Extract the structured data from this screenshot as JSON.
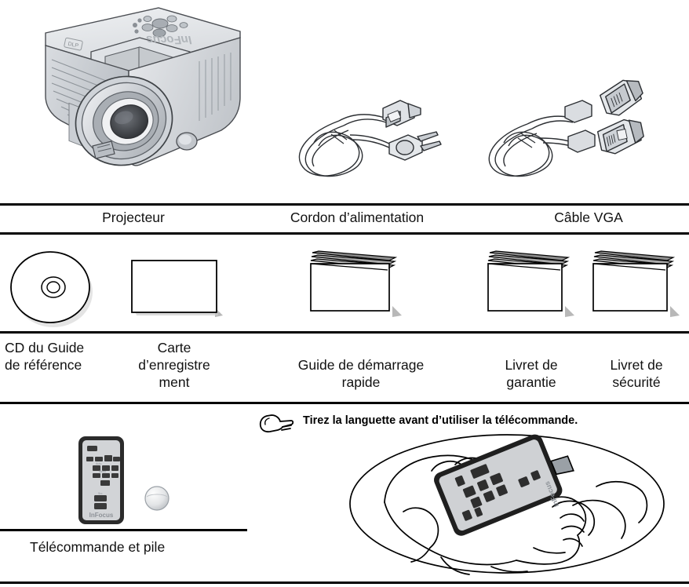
{
  "document": {
    "language": "fr",
    "type": "package-contents-illustration",
    "brand": "InFocus"
  },
  "rows": [
    {
      "id": "row-1",
      "items": [
        {
          "id": "projector",
          "label": "Projecteur",
          "icon": "projector-illustration"
        },
        {
          "id": "power-cord",
          "label": "Cordon d’alimentation",
          "icon": "power-cord-illustration"
        },
        {
          "id": "vga-cable",
          "label": "Câble VGA",
          "icon": "vga-cable-illustration"
        }
      ]
    },
    {
      "id": "row-2",
      "items": [
        {
          "id": "reference-guide-cd",
          "label_line1": "CD du Guide",
          "label_line2": "de référence",
          "icon": "cd-disc-illustration"
        },
        {
          "id": "registration-card",
          "label_line1": "Carte",
          "label_line2": "d’enregistre",
          "label_line3": "ment",
          "icon": "card-illustration"
        },
        {
          "id": "quick-start-guide",
          "label_line1": "Guide de démarrage",
          "label_line2": "rapide",
          "icon": "booklet-illustration"
        },
        {
          "id": "warranty-booklet",
          "label_line1": "Livret de",
          "label_line2": "garantie",
          "icon": "booklet-illustration"
        },
        {
          "id": "safety-booklet",
          "label_line1": "Livret de",
          "label_line2": "sécurité",
          "icon": "booklet-illustration"
        }
      ]
    },
    {
      "id": "row-3",
      "items": [
        {
          "id": "remote-and-battery",
          "label": "Télécommande et pile",
          "icon": "remote-control-illustration"
        }
      ],
      "note": {
        "icon": "pointing-hand-icon",
        "text": "Tirez la languette avant d’utiliser la télécommande.",
        "illustration": "hand-pulling-tab-illustration"
      }
    }
  ],
  "remote": {
    "brand_mark": "InFocus"
  },
  "colors": {
    "line": "#000000",
    "body_light": "#e3e5e8",
    "body_mid": "#c8ccd1",
    "body_dark": "#9aa0a6",
    "lens_dark": "#4a4d52",
    "remote_shell": "#2b2b2b",
    "remote_face": "#d2d4d7",
    "text": "#111111"
  }
}
